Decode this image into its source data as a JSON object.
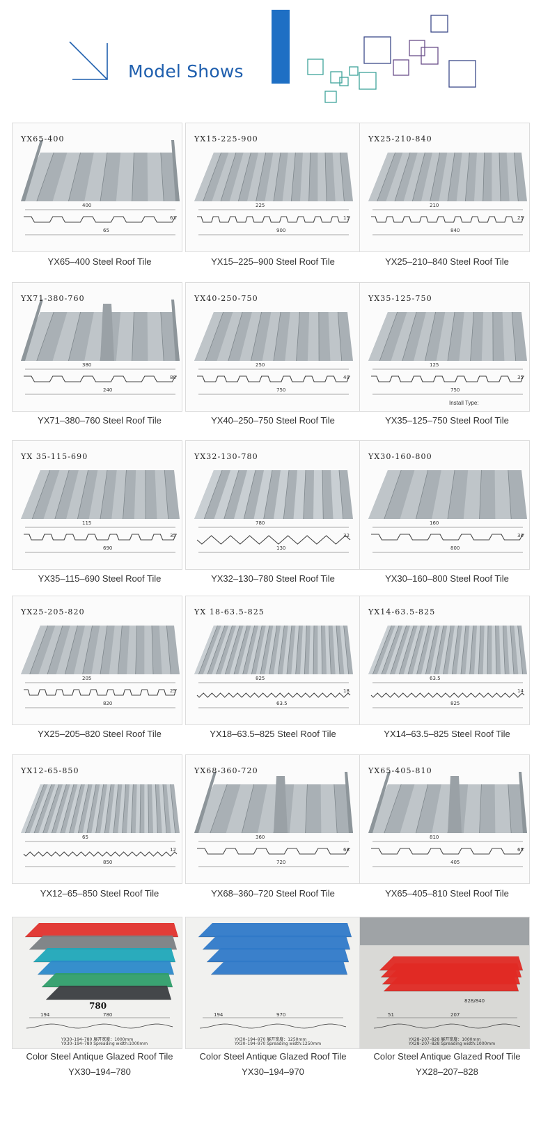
{
  "header": {
    "title": "Model Shows"
  },
  "tiles": [
    {
      "model": "YX65-400",
      "caption": "YX65–400 Steel Roof Tile",
      "dims": [
        "400",
        "65",
        "63"
      ],
      "profile": "standing"
    },
    {
      "model": "YX15-225-900",
      "caption": "YX15–225–900 Steel Roof Tile",
      "dims": [
        "225",
        "900",
        "15"
      ],
      "profile": "trap-small"
    },
    {
      "model": "YX25-210-840",
      "caption": "YX25–210–840 Steel Roof Tile",
      "dims": [
        "210",
        "840",
        "25"
      ],
      "profile": "trap-small"
    },
    {
      "model": "YX71-380-760",
      "caption": "YX71–380–760 Steel Roof Tile",
      "dims": [
        "380",
        "240",
        "80"
      ],
      "profile": "standing-ridge"
    },
    {
      "model": "YX40-250-750",
      "caption": "YX40–250–750 Steel Roof Tile",
      "dims": [
        "250",
        "750",
        "40"
      ],
      "profile": "trap-mid"
    },
    {
      "model": "YX35-125-750",
      "caption": "YX35–125–750 Steel Roof Tile",
      "dims": [
        "125",
        "750",
        "35"
      ],
      "profile": "trap-mid",
      "extra": "Install Type:"
    },
    {
      "model": "YX 35-115-690",
      "caption": "YX35–115–690 Steel Roof Tile",
      "dims": [
        "115",
        "690",
        "35"
      ],
      "profile": "trap-tall"
    },
    {
      "model": "YX32-130-780",
      "caption": "YX32–130–780 Steel Roof Tile",
      "dims": [
        "780",
        "130",
        "32"
      ],
      "profile": "wave"
    },
    {
      "model": "YX30-160-800",
      "caption": "YX30–160–800 Steel Roof Tile",
      "dims": [
        "160",
        "800",
        "30"
      ],
      "profile": "trap-wide"
    },
    {
      "model": "YX25-205-820",
      "caption": "YX25–205–820 Steel Roof Tile",
      "dims": [
        "205",
        "820",
        "25"
      ],
      "profile": "trap-small"
    },
    {
      "model": "YX 18-63.5-825",
      "caption": "YX18–63.5–825 Steel Roof Tile",
      "dims": [
        "825",
        "63.5",
        "18"
      ],
      "profile": "corrugated"
    },
    {
      "model": "YX14-63.5-825",
      "caption": "YX14–63.5–825 Steel Roof Tile",
      "dims": [
        "63.5",
        "825",
        "14"
      ],
      "profile": "corrugated"
    },
    {
      "model": "YX12-65-850",
      "caption": "YX12–65–850 Steel Roof Tile",
      "dims": [
        "65",
        "850",
        "12"
      ],
      "profile": "corrugated"
    },
    {
      "model": "YX68-360-720",
      "caption": "YX68–360–720 Steel Roof Tile",
      "dims": [
        "360",
        "720",
        "68"
      ],
      "profile": "standing-ridge"
    },
    {
      "model": "YX65-405-810",
      "caption": "YX65–405–810 Steel Roof Tile",
      "dims": [
        "810",
        "405",
        "65"
      ],
      "profile": "standing-ridge"
    }
  ],
  "photos": [
    {
      "caption1": "Color Steel Antique Glazed Roof Tile",
      "caption2": "YX30–194–780",
      "big": "780",
      "dims": [
        "194",
        "780"
      ],
      "spec1": "YX30–194–780   展开宽度：1000mm",
      "spec2": "YX30–194–780  Spreading width:1000mm",
      "color": "colorful"
    },
    {
      "caption1": "Color Steel Antique Glazed Roof Tile",
      "caption2": "YX30–194–970",
      "dims": [
        "194",
        "970"
      ],
      "spec1": "YX30–194–970   展开宽度：1250mm",
      "spec2": "YX30–194–970  Spreading width:1250mm",
      "color": "#2f79c8"
    },
    {
      "caption1": "Color Steel Antique Glazed Roof Tile",
      "caption2": "YX28–207–828",
      "dims": [
        "51",
        "207",
        "828/840"
      ],
      "spec1": "YX28–207–828   展开宽度：1000mm",
      "spec2": "YX28–207–828  Spreading width:1000mm",
      "color": "#e02a24"
    }
  ]
}
